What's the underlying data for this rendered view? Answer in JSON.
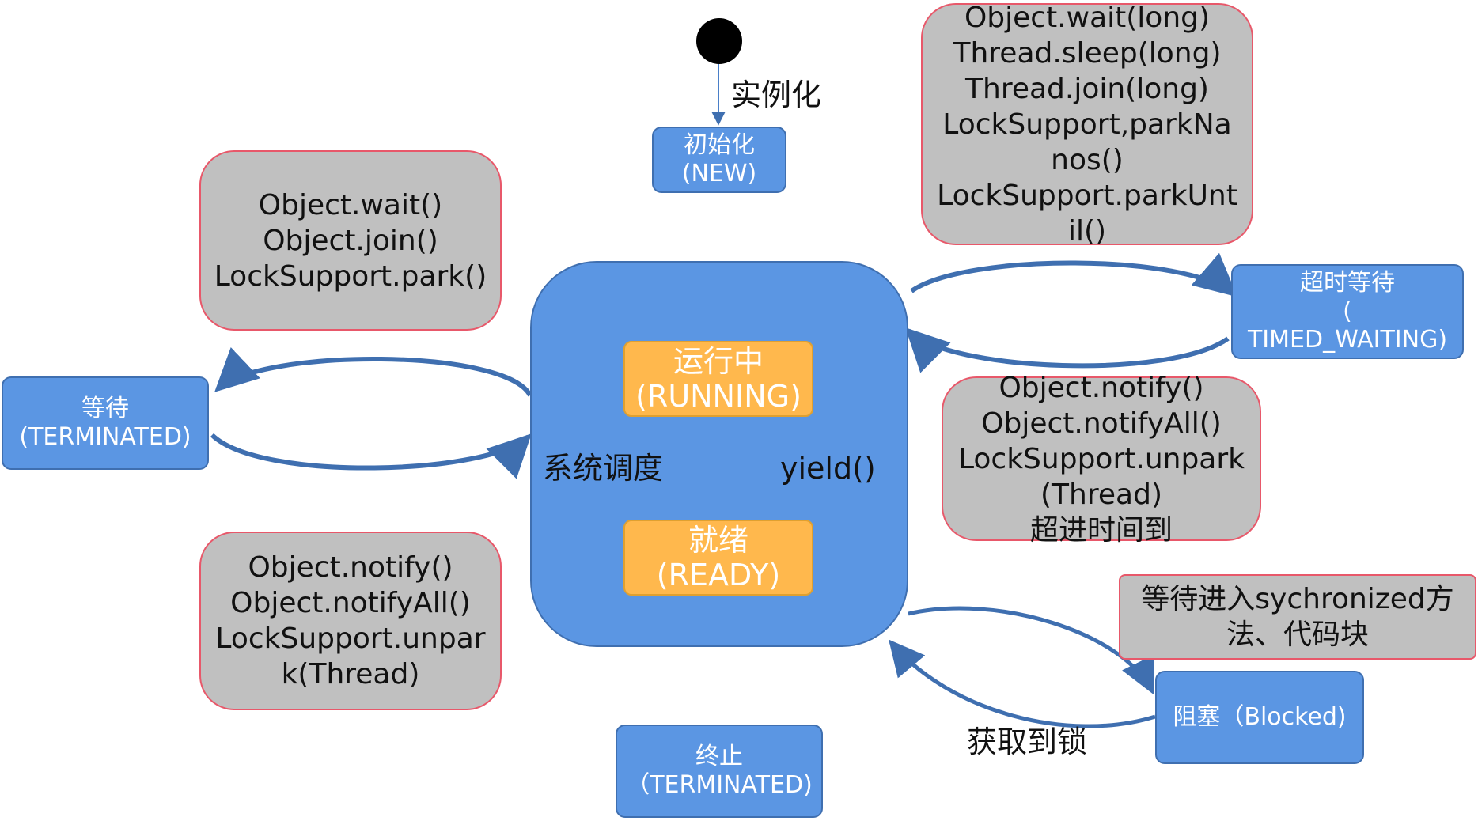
{
  "colors": {
    "state_fill": "#5b96e3",
    "state_border": "#3f6fb0",
    "note_fill": "#c0c0c0",
    "note_border": "#e8586a",
    "substate_fill": "#ffb84d"
  },
  "initial_transition_label": "实例化",
  "states": {
    "new": {
      "line1": "初始化",
      "line2": "(NEW)"
    },
    "running": {
      "line1": "运行中",
      "line2": "(RUNNING)"
    },
    "ready": {
      "line1": "就绪",
      "line2": "(READY)"
    },
    "waiting": {
      "line1": "等待",
      "line2": "(TERMINATED)"
    },
    "timed_waiting": {
      "line1": "超时等待",
      "line2": "(",
      "line3": "TIMED_WAITING)"
    },
    "blocked": {
      "line1": "阻塞（Blocked)"
    },
    "terminated": {
      "line1": "终止",
      "line2": "（TERMINATED)"
    }
  },
  "transition_labels": {
    "system_schedule": "系统调度",
    "yield": "yield()",
    "acquire_lock": "获取到锁"
  },
  "notes": {
    "wait_enter": [
      "Object.wait()",
      "Object.join()",
      "LockSupport.park()"
    ],
    "wait_exit": [
      "Object.notify()",
      "Object.notifyAll()",
      "LockSupport.unpar",
      "k(Thread)"
    ],
    "timed_enter": [
      "Object.wait(long)",
      "Thread.sleep(long)",
      "Thread.join(long)",
      "LockSupport,parkNa",
      "nos()",
      "LockSupport.parkUnt",
      "il()"
    ],
    "timed_exit": [
      "Object.notify()",
      "Object.notifyAll()",
      "LockSupport.unpark",
      "(Thread)",
      "超进时间到"
    ],
    "blocked_enter": [
      "等待进入sychronized方",
      "法、代码块"
    ]
  }
}
